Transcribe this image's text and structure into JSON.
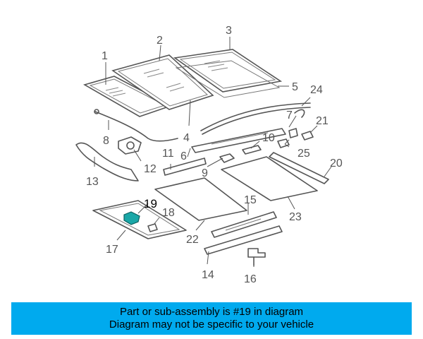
{
  "diagram": {
    "highlighted_part": "19",
    "highlight_color": "#1aa7a7",
    "callouts": [
      "1",
      "2",
      "3",
      "4",
      "5",
      "6",
      "7",
      "8",
      "9",
      "10",
      "11",
      "12",
      "13",
      "14",
      "15",
      "16",
      "17",
      "18",
      "19",
      "20",
      "21",
      "22",
      "23",
      "24",
      "25"
    ]
  },
  "banner": {
    "background": "#00aaee",
    "line1": "Part or sub-assembly is #19 in diagram",
    "line2": "Diagram may not be specific to your vehicle"
  }
}
